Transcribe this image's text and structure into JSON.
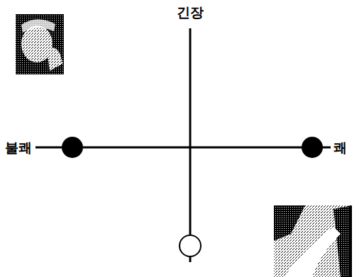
{
  "diagram": {
    "nodes": [
      {
        "text": [
          "불쾌"
        ]
      },
      {
        "text": [
          "쾌"
        ]
      }
    ],
    "edges": [
      {
        "from": 0,
        "to": 1,
        "arrow": "none"
      }
    ],
    "labels": [
      "긴장"
    ]
  }
}
